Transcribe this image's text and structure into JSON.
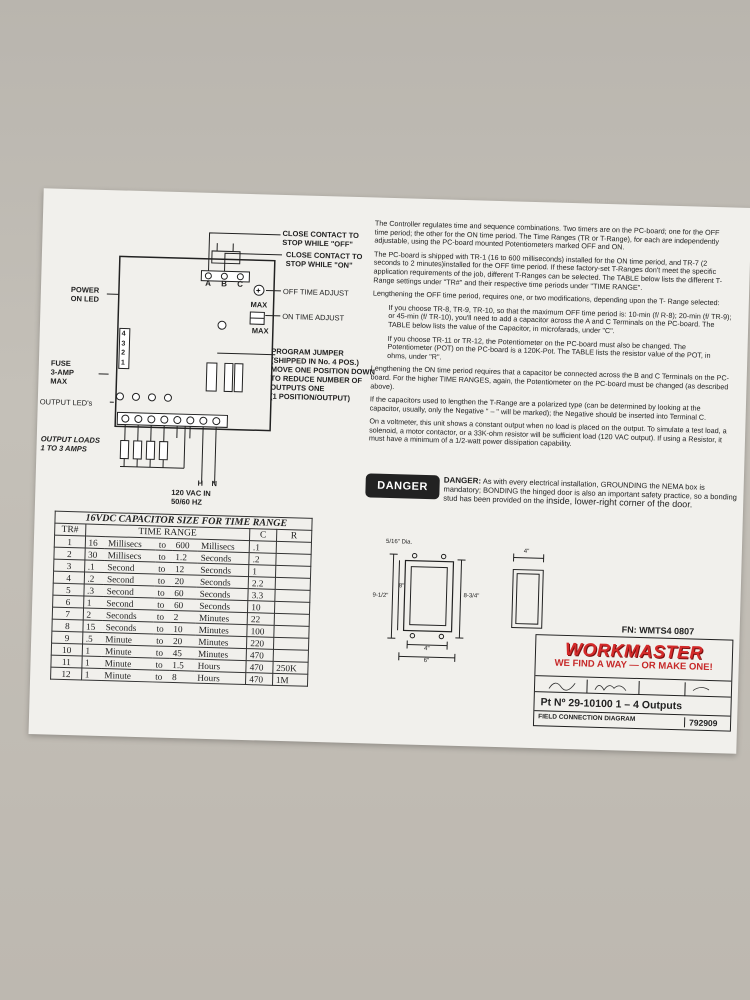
{
  "diagram": {
    "close_contact_off": "CLOSE CONTACT TO\nSTOP WHILE \"OFF\"",
    "close_contact_on": "CLOSE CONTACT TO\nSTOP WHILE \"ON\"",
    "terminal_a": "A",
    "terminal_b": "B",
    "terminal_c": "C",
    "off_time_adjust": "OFF TIME ADJUST",
    "on_time_adjust": "ON TIME ADJUST",
    "max_1": "MAX",
    "max_2": "MAX",
    "power_led": "POWER\nON LED",
    "jumper_numbers": "4\n3\n2\n1",
    "program_jumper": "PROGRAM JUMPER\n(SHIPPED IN No. 4 POS.)\nMOVE ONE POSITION DOWN\nTO REDUCE NUMBER OF\nOUTPUTS ONE\n(1 POSITION/OUTPUT)",
    "fuse": "FUSE\n3-AMP\nMAX",
    "output_leds": "OUTPUT LED's",
    "output_loads": "OUTPUT LOADS\n1 TO 3 AMPS",
    "h": "H",
    "n": "N",
    "power_input": "120 VAC IN\n50/60 HZ"
  },
  "instructions": {
    "p1": "The Controller regulates time and sequence combinations. Two timers are on the PC-board; one for the OFF time period; the other for the ON time period. The Time Ranges (TR or T-Range), for each are independently adjustable, using the PC-board mounted Potentiometers marked OFF and ON.",
    "p2": "The PC-board is shipped with TR-1 (16 to 600 milliseconds) installed for the ON time period, and TR-7 (2 seconds to 2 minutes)installed for the OFF time period. If these factory-set T-Ranges don't meet the specific application requirements of the job, different T-Ranges can be selected. The TABLE below lists the different T-Range settings under \"TR#\" and their respective time periods under \"TIME RANGE\".",
    "p3": "Lengthening the OFF time period, requires one, or two modifications, depending upon the T- Range selected:",
    "p4": "If you choose TR-8, TR-9, TR-10, so that the maximum OFF time period is: 10-min (f/ R-8); 20-min (f/ TR-9); or 45-min (f/ TR-10), you'll need to add a capacitor across the A and C Terminals on the PC-board. The TABLE below lists the value of the Capacitor, in microfarads, under \"C\".",
    "p5": "If you choose TR-11 or TR-12, the Potentiometer on the PC-board must also be changed. The Potentiometer (POT) on the PC-board is a 120K-Pot. The TABLE lists the resistor value of the POT, in ohms, under \"R\".",
    "p6": "Lengthening the ON time period requires that a capacitor be connected across the B and C Terminals on the PC-board. For the higher TIME RANGES, again, the Potentiometer on the PC-board must be changed (as described above).",
    "p7": "If the capacitors used to lengthen the T-Range are a polarized type (can be determined by looking at the capacitor, usually, only the Negative \" – \" will be marked); the Negative should be inserted into Terminal C.",
    "p8": "On a voltmeter, this unit shows a constant output when no load is placed on the output. To simulate a test load, a solenoid, a motor contactor, or a 33K-ohm resistor will be sufficient load (120 VAC output). If using a Resistor, it must have a minimum of a 1/2-watt power dissipation capability."
  },
  "danger": {
    "badge": "DANGER",
    "label": "DANGER:",
    "text": "As with every electrical installation, GROUNDING the NEMA box is mandatory; BONDING the hinged door is also an important safety practice, so a bonding stud has been provided on the",
    "text_big": "inside, lower-right corner of the door."
  },
  "table": {
    "title": "16VDC CAPACITOR SIZE FOR TIME RANGE",
    "headers": [
      "TR#",
      "TIME RANGE",
      "C",
      "R"
    ],
    "rows": [
      [
        "1",
        "16",
        "Millisecs",
        "to",
        "600",
        "Millisecs",
        ".1",
        ""
      ],
      [
        "2",
        "30",
        "Millisecs",
        "to",
        "1.2",
        "Seconds",
        ".2",
        ""
      ],
      [
        "3",
        ".1",
        "Second",
        "to",
        "12",
        "Seconds",
        "1",
        ""
      ],
      [
        "4",
        ".2",
        "Second",
        "to",
        "20",
        "Seconds",
        "2.2",
        ""
      ],
      [
        "5",
        ".3",
        "Second",
        "to",
        "60",
        "Seconds",
        "3.3",
        ""
      ],
      [
        "6",
        "1",
        "Second",
        "to",
        "60",
        "Seconds",
        "10",
        ""
      ],
      [
        "7",
        "2",
        "Seconds",
        "to",
        "2",
        "Minutes",
        "22",
        ""
      ],
      [
        "8",
        "15",
        "Seconds",
        "to",
        "10",
        "Minutes",
        "100",
        ""
      ],
      [
        "9",
        ".5",
        "Minute",
        "to",
        "20",
        "Minutes",
        "220",
        ""
      ],
      [
        "10",
        "1",
        "Minute",
        "to",
        "45",
        "Minutes",
        "470",
        ""
      ],
      [
        "11",
        "1",
        "Minute",
        "to",
        "1.5",
        "Hours",
        "470",
        "250K"
      ],
      [
        "12",
        "1",
        "Minute",
        "to",
        "8",
        "Hours",
        "470",
        "1M"
      ]
    ]
  },
  "dimensions": {
    "hole": "5/16\" Dia.",
    "h1": "9-1/2\"",
    "h2": "8\"",
    "h3": "8-3/4\"",
    "w1": "4\"",
    "w2": "6\"",
    "depth": "4\""
  },
  "title_block": {
    "fn": "FN: WMTS4 0807",
    "brand": "WORKMASTER",
    "tagline": "WE FIND A WAY — OR MAKE ONE!",
    "part": "Pt Nº  29-10100  1 – 4 Outputs",
    "diagram_name": "FIELD CONNECTION DIAGRAM",
    "dwg_no": "792909"
  }
}
